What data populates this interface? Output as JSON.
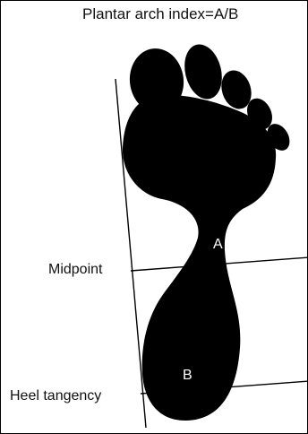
{
  "diagram": {
    "title": "Plantar arch index=A/B",
    "labels": {
      "midpoint": "Midpoint",
      "heel_tangency": "Heel tangency",
      "a": "A",
      "b": "B"
    }
  },
  "colors": {
    "background": "#ffffff",
    "foot": "#000000",
    "lines": "#000000",
    "inner_text": "#ffffff",
    "text": "#111111"
  }
}
